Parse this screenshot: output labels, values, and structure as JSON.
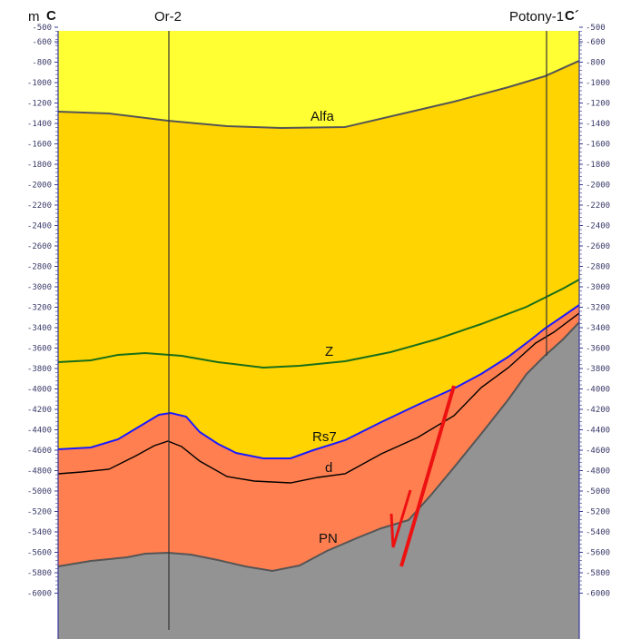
{
  "header": {
    "unit": "m",
    "left_section_end": "C",
    "left_well": "Or-2",
    "right_well": "Potony-1",
    "right_section_end": "C´"
  },
  "depth_ticks": [
    "-500",
    "-600",
    "-800",
    "-1000",
    "-1200",
    "-1400",
    "-1600",
    "-1800",
    "-2000",
    "-2200",
    "-2400",
    "-2600",
    "-2800",
    "-3000",
    "-3200",
    "-3400",
    "-3600",
    "-3800",
    "-4000",
    "-4200",
    "-4400",
    "-4600",
    "-4800",
    "-5000",
    "-5200",
    "-5400",
    "-5600",
    "-5800",
    "-6000"
  ],
  "horizon_labels": {
    "alfa": "Alfa",
    "z": "Z",
    "rs7": "Rs7",
    "d": "d",
    "pn": "PN"
  },
  "colors": {
    "upper_unit": "#ffff33",
    "middle_unit": "#ffd400",
    "lower_unit": "#ff7f50",
    "basement": "#939393",
    "alfa_line": "#555555",
    "z_line": "#1a6e1a",
    "rs7_line": "#1a1aff",
    "d_line": "#000000",
    "fault": "#ee1111"
  }
}
